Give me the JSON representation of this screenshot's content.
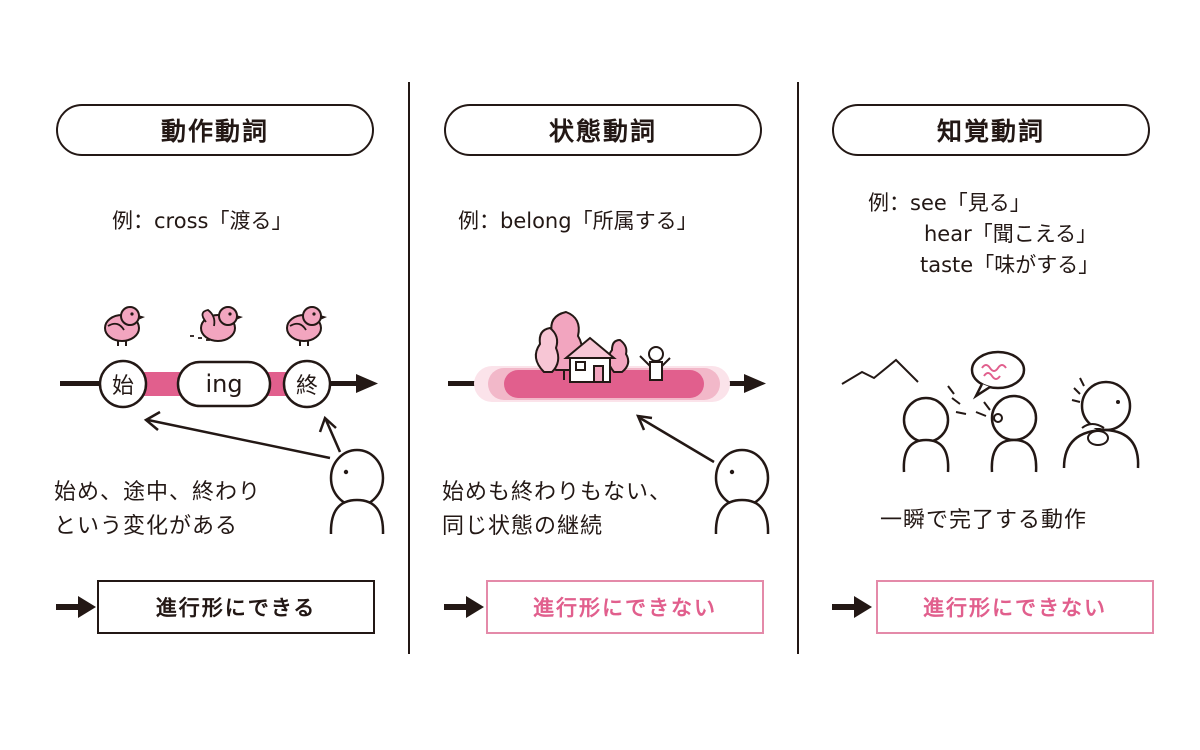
{
  "columns": [
    {
      "title": "動作動詞",
      "example_lines": [
        "例：cross「渡る」"
      ],
      "timeline_labels": [
        "始",
        "ing",
        "終"
      ],
      "desc_lines": [
        "始め、途中、終わり",
        "という変化がある"
      ],
      "result": "進行形にできる"
    },
    {
      "title": "状態動詞",
      "example_lines": [
        "例：belong「所属する」"
      ],
      "desc_lines": [
        "始めも終わりもない、",
        "同じ状態の継続"
      ],
      "result": "進行形にできない"
    },
    {
      "title": "知覚動詞",
      "example_lines": [
        "例：see「見る」",
        "hear「聞こえる」",
        "taste「味がする」"
      ],
      "desc_lines": [
        "一瞬で完了する動作"
      ],
      "result": "進行形にできない"
    }
  ],
  "colors": {
    "ink": "#231815",
    "pink": "#e15f8d",
    "pink_light": "#f2b8c9",
    "pink_pale": "#fbe3ea"
  }
}
